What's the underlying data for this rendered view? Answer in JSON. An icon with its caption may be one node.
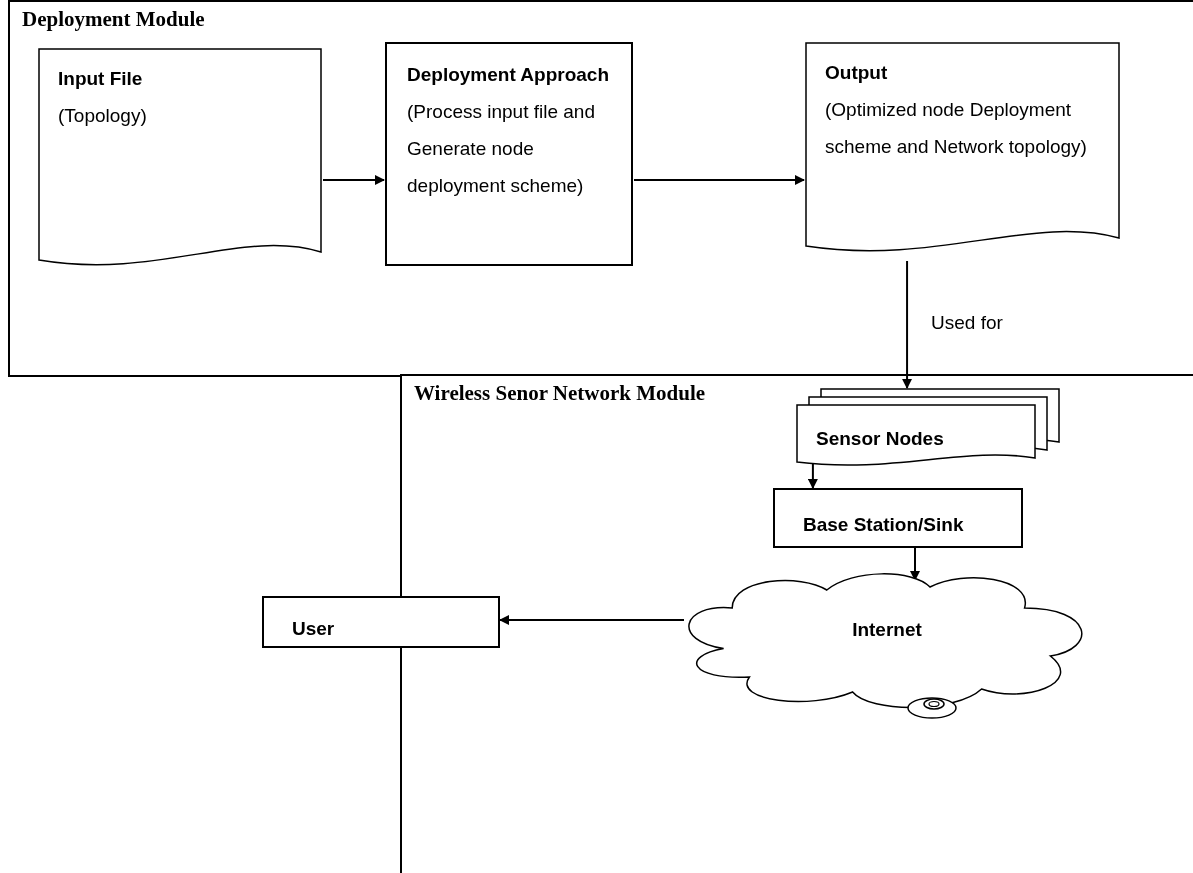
{
  "diagram": {
    "nodes": [
      {
        "text": [
          "Deployment Module"
        ]
      },
      {
        "text": [
          "Input File",
          "(Topology)"
        ],
        "in": 0
      },
      {
        "text": [
          "Deployment Approach",
          "(Process input file and Generate node deployment scheme)"
        ],
        "in": 0
      },
      {
        "text": [
          "Output",
          "(Optimized node Deployment scheme and Network topology)"
        ],
        "in": 0
      },
      {
        "text": [
          "Wireless Senor Network Module"
        ]
      },
      {
        "text": [
          "Sensor Nodes"
        ],
        "in": 4
      },
      {
        "text": [
          "Base Station/Sink"
        ],
        "in": 4
      },
      {
        "text": [
          "Internet"
        ],
        "in": 4
      },
      {
        "text": [
          "User"
        ]
      }
    ],
    "edges": [
      {
        "from": 1,
        "to": 2,
        "arrow": "to"
      },
      {
        "from": 2,
        "to": 3,
        "arrow": "to"
      },
      {
        "from": 3,
        "to": 5,
        "arrow": "to",
        "label": "Used for"
      },
      {
        "from": 5,
        "to": 6,
        "arrow": "to"
      },
      {
        "from": 6,
        "to": 7,
        "arrow": "to"
      },
      {
        "from": 7,
        "to": 8,
        "arrow": "to"
      }
    ]
  }
}
